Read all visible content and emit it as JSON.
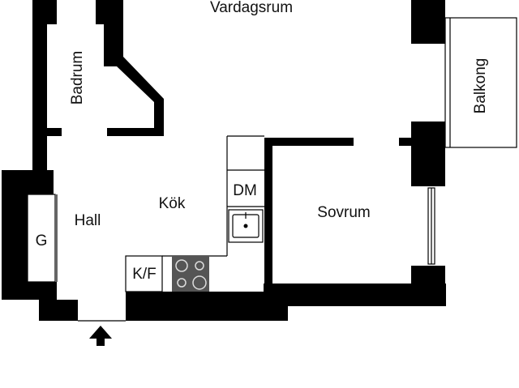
{
  "floorplan": {
    "rooms": {
      "living": "Vardagsrum",
      "bathroom": "Badrum",
      "balcony": "Balkong",
      "hall": "Hall",
      "kitchen": "Kök",
      "bedroom": "Sovrum",
      "wardrobe": "G",
      "dishwasher": "DM",
      "fridge_freezer": "K/F"
    },
    "entrance_icon": "arrow-up-icon",
    "colors": {
      "wall": "#000000",
      "background": "#ffffff",
      "stove": "#555555"
    }
  }
}
